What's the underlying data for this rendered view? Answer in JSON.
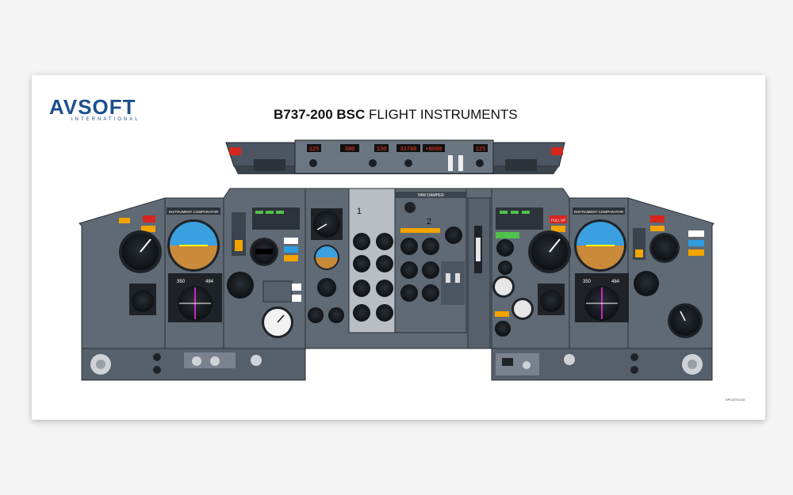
{
  "brand": {
    "name": "AVSOFT",
    "sub": "INTERNATIONAL",
    "color": "#1c4f8c"
  },
  "title": {
    "bold": "B737-200 BSC",
    "rest": " FLIGHT INSTRUMENTS"
  },
  "doc_id": "SPL02722-02",
  "glareshield": {
    "left_display": "125",
    "course_display": "380",
    "speed_display": "130",
    "altitude_display": "31700",
    "vs_display": "+0000",
    "right_display": "125"
  },
  "center_panel": {
    "yaw_damper_label": "YAW DAMPER",
    "engine_1_label": "1",
    "engine_2_label": "2"
  },
  "captain": {
    "instrument_comparator": "INSTRUMENT COMPARATOR",
    "heading_readout": "350",
    "distance_readout": "484"
  },
  "first_officer": {
    "instrument_comparator": "INSTRUMENT COMPARATOR",
    "heading_readout": "350",
    "distance_readout": "484",
    "pull_up": "PULL UP"
  },
  "colors": {
    "panel": "#5f6a75",
    "panel_dark": "#3b434c",
    "bezel": "#1f2328",
    "attitude_sky": "#3aa0e0",
    "attitude_ground": "#c98a3a",
    "warning_red": "#d7261f",
    "caution_amber": "#f2a400",
    "status_green": "#4fc24b"
  }
}
